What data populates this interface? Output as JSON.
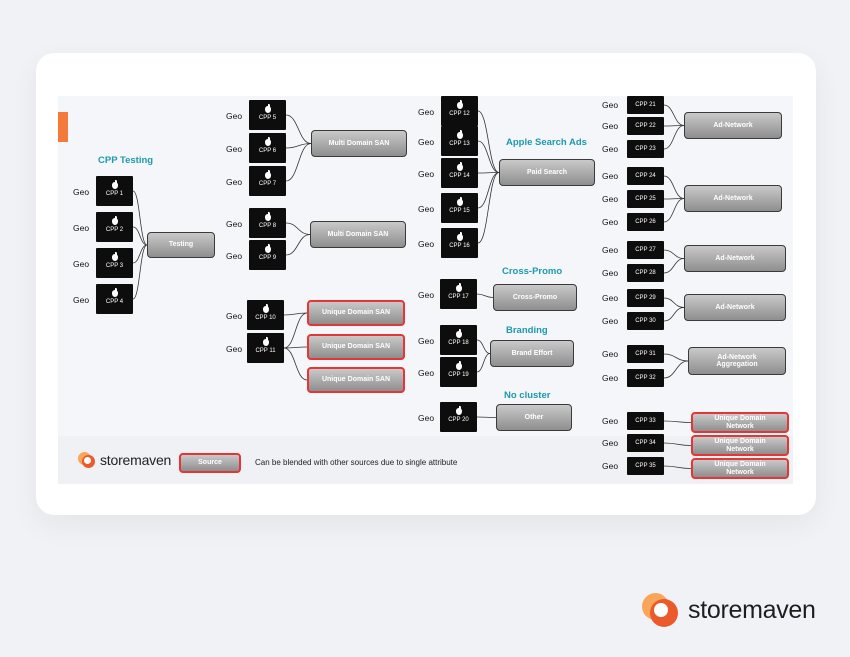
{
  "brand": {
    "name": "storemaven",
    "accent": "#f47a3c",
    "teal": "#1b9aaa",
    "red": "#e53535"
  },
  "geo_label": "Geo",
  "headings": {
    "cpp_testing": "CPP Testing",
    "apple_search_ads": "Apple Search Ads",
    "cross_promo": "Cross-Promo",
    "branding": "Branding",
    "no_cluster": "No cluster"
  },
  "cpps": [
    "CPP 1",
    "CPP 2",
    "CPP 3",
    "CPP 4",
    "CPP 5",
    "CPP 6",
    "CPP 7",
    "CPP 8",
    "CPP 9",
    "CPP 10",
    "CPP 11",
    "CPP 12",
    "CPP 13",
    "CPP 14",
    "CPP 15",
    "CPP 16",
    "CPP 17",
    "CPP 18",
    "CPP 19",
    "CPP 20",
    "CPP 21",
    "CPP 22",
    "CPP 23",
    "CPP 24",
    "CPP 25",
    "CPP 26",
    "CPP 27",
    "CPP 28",
    "CPP 29",
    "CPP 30",
    "CPP 31",
    "CPP 32",
    "CPP 33",
    "CPP 34",
    "CPP 35"
  ],
  "sources": {
    "testing": "Testing",
    "multi_domain_san": "Multi Domain SAN",
    "unique_domain_san": "Unique Domain SAN",
    "paid_search": "Paid Search",
    "cross_promo": "Cross-Promo",
    "brand_effort": "Brand Effort",
    "other": "Other",
    "ad_network": "Ad-Network",
    "ad_network_aggregation": "Ad-Network Aggregation",
    "unique_domain_network": "Unique Domain Network"
  },
  "legend": {
    "source_label": "Source",
    "description": "Can be blended with other sources due to single attribute"
  }
}
